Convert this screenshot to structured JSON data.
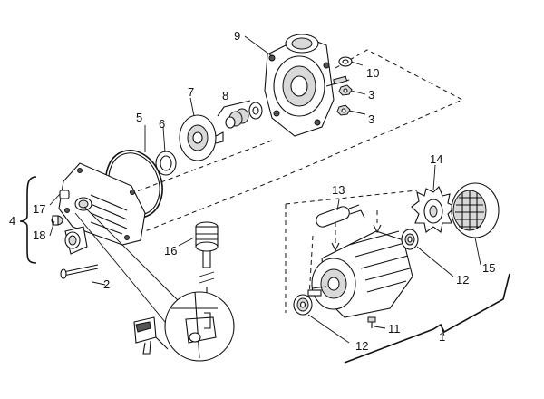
{
  "diagram": {
    "type": "exploded-parts-diagram",
    "subject": "pump assembly",
    "callouts": [
      {
        "id": "c1",
        "label": "1"
      },
      {
        "id": "c2",
        "label": "2"
      },
      {
        "id": "c3a",
        "label": "3"
      },
      {
        "id": "c3b",
        "label": "3"
      },
      {
        "id": "c4",
        "label": "4"
      },
      {
        "id": "c5",
        "label": "5"
      },
      {
        "id": "c6",
        "label": "6"
      },
      {
        "id": "c7",
        "label": "7"
      },
      {
        "id": "c8",
        "label": "8"
      },
      {
        "id": "c9",
        "label": "9"
      },
      {
        "id": "c10",
        "label": "10"
      },
      {
        "id": "c11",
        "label": "11"
      },
      {
        "id": "c12a",
        "label": "12"
      },
      {
        "id": "c12b",
        "label": "12"
      },
      {
        "id": "c13",
        "label": "13"
      },
      {
        "id": "c14",
        "label": "14"
      },
      {
        "id": "c15",
        "label": "15"
      },
      {
        "id": "c16",
        "label": "16"
      },
      {
        "id": "c17",
        "label": "17"
      },
      {
        "id": "c18",
        "label": "18"
      }
    ]
  }
}
